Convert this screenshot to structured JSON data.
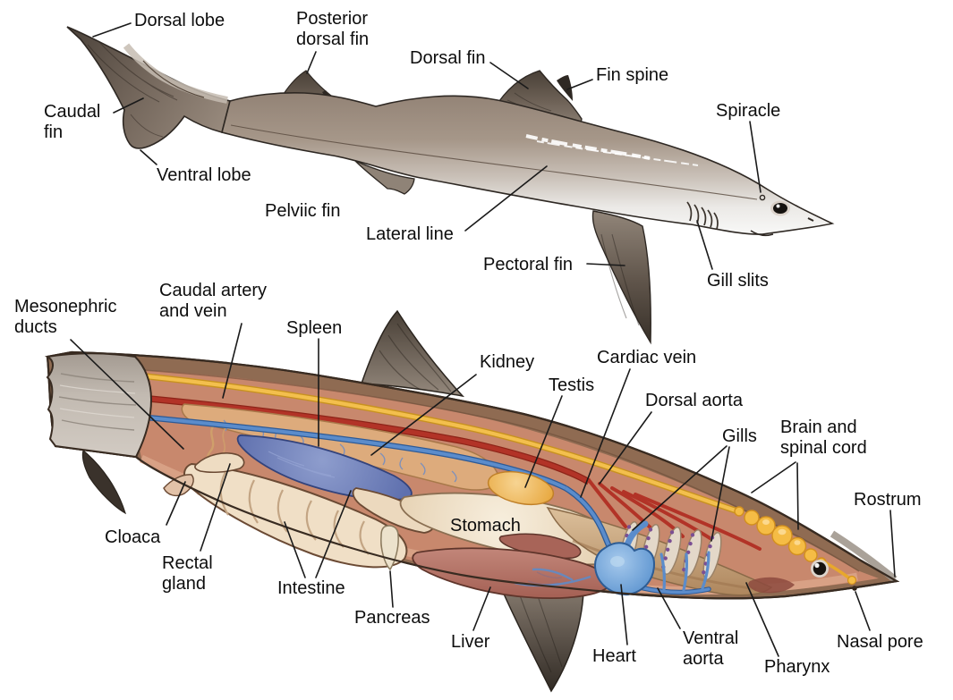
{
  "external": {
    "labels": {
      "dorsal_lobe": "Dorsal lobe",
      "posterior_dorsal_fin": "Posterior\ndorsal fin",
      "dorsal_fin": "Dorsal fin",
      "fin_spine": "Fin spine",
      "spiracle": "Spiracle",
      "caudal_fin": "Caudal\nfin",
      "ventral_lobe": "Ventral lobe",
      "pelviic_fin": "Pelviic fin",
      "lateral_line": "Lateral line",
      "pectoral_fin": "Pectoral fin",
      "gill_slits": "Gill slits"
    }
  },
  "internal": {
    "labels": {
      "mesonephric_ducts": "Mesonephric\nducts",
      "caudal_artery_and_vein": "Caudal artery\nand vein",
      "spleen": "Spleen",
      "kidney": "Kidney",
      "testis": "Testis",
      "cardiac_vein": "Cardiac vein",
      "dorsal_aorta": "Dorsal aorta",
      "gills": "Gills",
      "brain_and_spinal_cord": "Brain and\nspinal cord",
      "rostrum": "Rostrum",
      "stomach": "Stomach",
      "cloaca": "Cloaca",
      "rectal_gland": "Rectal\ngland",
      "intestine": "Intestine",
      "pancreas": "Pancreas",
      "liver": "Liver",
      "heart": "Heart",
      "ventral_aorta": "Ventral\naorta",
      "pharynx": "Pharynx",
      "nasal_pore": "Nasal pore"
    }
  },
  "palette": {
    "body_top": "#9a8a7d",
    "body_belly": "#eceae7",
    "fin_dark": "#4a4038",
    "cavity": "#c8886d",
    "body_wall": "#8f6b52",
    "stump_gray": "#bcb4ab",
    "kidney": "#ddab7c",
    "spleen": "#7181ba",
    "testis": "#edb058",
    "stomach": "#eedcbf",
    "intestine": "#f0dfc6",
    "liver": "#b5736a",
    "heart": "#6ba3d8",
    "artery_red": "#b23327",
    "vein_blue": "#5b8ccb",
    "nerve_yellow": "#f3bf4d",
    "gill_dot_purple": "#7b4f93",
    "pharynx": "#c6a47e",
    "label_text": "#0d0d0d",
    "leader_line": "#1a1a1a"
  }
}
